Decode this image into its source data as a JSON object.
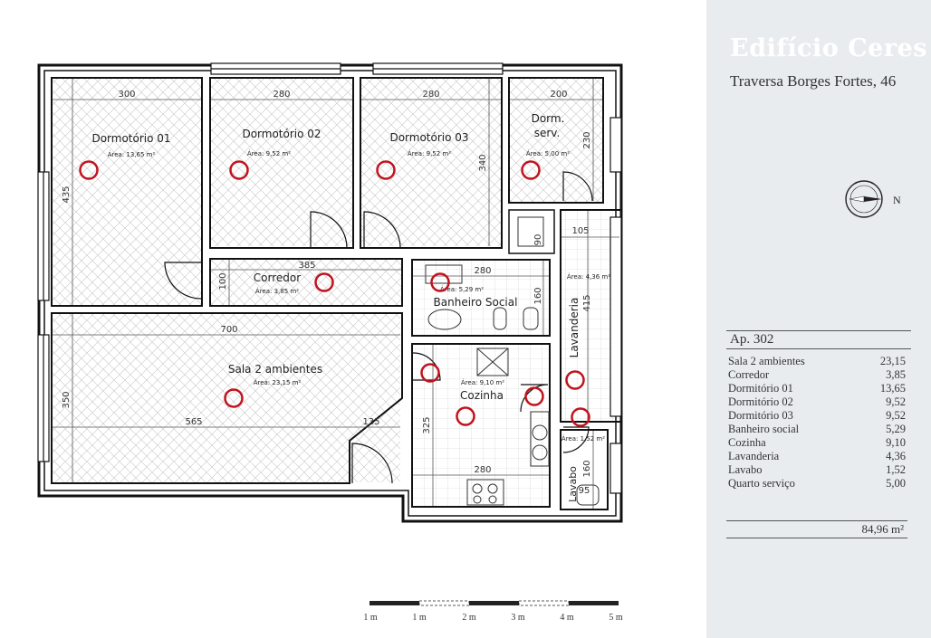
{
  "building": {
    "name": "Edifício Ceres",
    "address": "Traversa Borges Fortes, 46"
  },
  "compass": {
    "north_label": "N"
  },
  "apartment": {
    "label": "Ap. 302",
    "areas": [
      {
        "room": "Sala 2 ambientes",
        "area": "23,15"
      },
      {
        "room": "Corredor",
        "area": "3,85"
      },
      {
        "room": "Dormitório 01",
        "area": "13,65"
      },
      {
        "room": "Dormitório 02",
        "area": "9,52"
      },
      {
        "room": "Dormitório 03",
        "area": "9,52"
      },
      {
        "room": "Banheiro social",
        "area": "5,29"
      },
      {
        "room": "Cozinha",
        "area": "9,10"
      },
      {
        "room": "Lavanderia",
        "area": "4,36"
      },
      {
        "room": "Lavabo",
        "area": "1,52"
      },
      {
        "room": "Quarto serviço",
        "area": "5,00"
      }
    ],
    "total": "84,96 m²"
  },
  "plan": {
    "rooms": {
      "dorm1": {
        "name": "Dormotório 01",
        "area": "Área: 13,65 m²"
      },
      "dorm2": {
        "name": "Dormotório 02",
        "area": "Área: 9,52 m²"
      },
      "dorm3": {
        "name": "Dormotório 03",
        "area": "Área: 9,52 m²"
      },
      "serv1": "Dorm.",
      "serv2": "serv.",
      "serv_area": "Área: 5,00 m²",
      "corredor": {
        "name": "Corredor",
        "area": "Área: 3,85 m²"
      },
      "banheiro": {
        "name": "Banheiro Social",
        "area": "Área: 5,29 m²"
      },
      "lavanderia": {
        "name": "Lavanderia",
        "area": "Área: 4,36 m²"
      },
      "sala": {
        "name": "Sala 2 ambientes",
        "area": "Área: 23,15 m²"
      },
      "cozinha": {
        "name": "Cozinha",
        "area": "Área: 9,10 m²"
      },
      "lavabo": {
        "name": "Lavabo",
        "area": "Área: 1,52 m²"
      }
    },
    "dims": {
      "d300": "300",
      "d280a": "280",
      "d280b": "280",
      "d200": "200",
      "d435": "435",
      "d340": "340",
      "d230": "230",
      "d105": "105",
      "d90": "90",
      "d385": "385",
      "d100": "100",
      "d280c": "280",
      "d160a": "160",
      "d415": "415",
      "d700": "700",
      "d350": "350",
      "d565": "565",
      "d135": "135",
      "d325": "325",
      "d280d": "280",
      "d160b": "160",
      "d95": "95"
    }
  },
  "scale": {
    "labels": [
      "1 m",
      "1 m",
      "2 m",
      "3 m",
      "4 m",
      "5 m"
    ]
  },
  "colors": {
    "marker": "#c0141e",
    "wall": "#111111",
    "panel": "#e9ecef"
  }
}
